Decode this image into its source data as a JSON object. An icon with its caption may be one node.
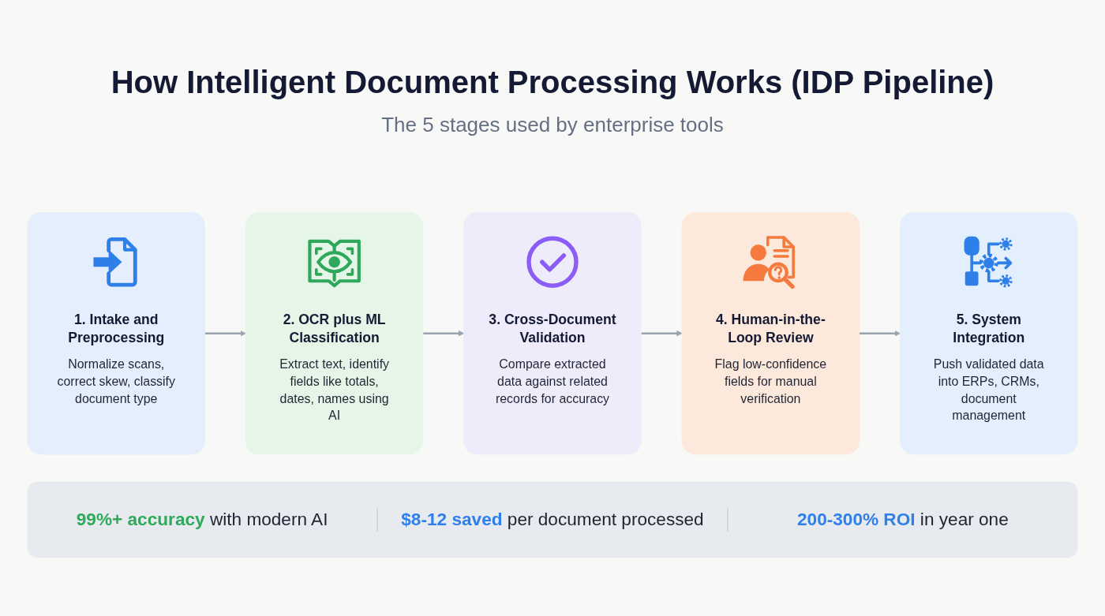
{
  "diagram": {
    "title": "How Intelligent Document Processing Works (IDP Pipeline)",
    "nodes": [
      {
        "text": [
          "1. Intake and Preprocessing",
          "Normalize scans, correct skew, classify document type"
        ]
      },
      {
        "text": [
          "2. OCR plus ML Classification",
          "Extract text, identify fields like totals, dates, names using AI"
        ]
      },
      {
        "text": [
          "3. Cross-Document Validation",
          "Compare extracted data against related records for accuracy"
        ]
      },
      {
        "text": [
          "4. Human-in-the-Loop Review",
          "Flag low-confidence fields for manual verification"
        ]
      },
      {
        "text": [
          "5. System Integration",
          "Push validated data into ERPs, CRMs, document management"
        ]
      },
      {
        "text": [
          "**99%+ accuracy** with modern AI",
          "**$8-12 saved** per document processed",
          "**200-300% ROI** in year one"
        ]
      }
    ],
    "edges": [
      {
        "from": 0,
        "to": 1,
        "arrow": "to"
      },
      {
        "from": 1,
        "to": 2,
        "arrow": "to"
      },
      {
        "from": 2,
        "to": 3,
        "arrow": "to"
      },
      {
        "from": 3,
        "to": 4,
        "arrow": "to"
      }
    ],
    "labels": [
      "The 5 stages used by enterprise tools"
    ]
  }
}
